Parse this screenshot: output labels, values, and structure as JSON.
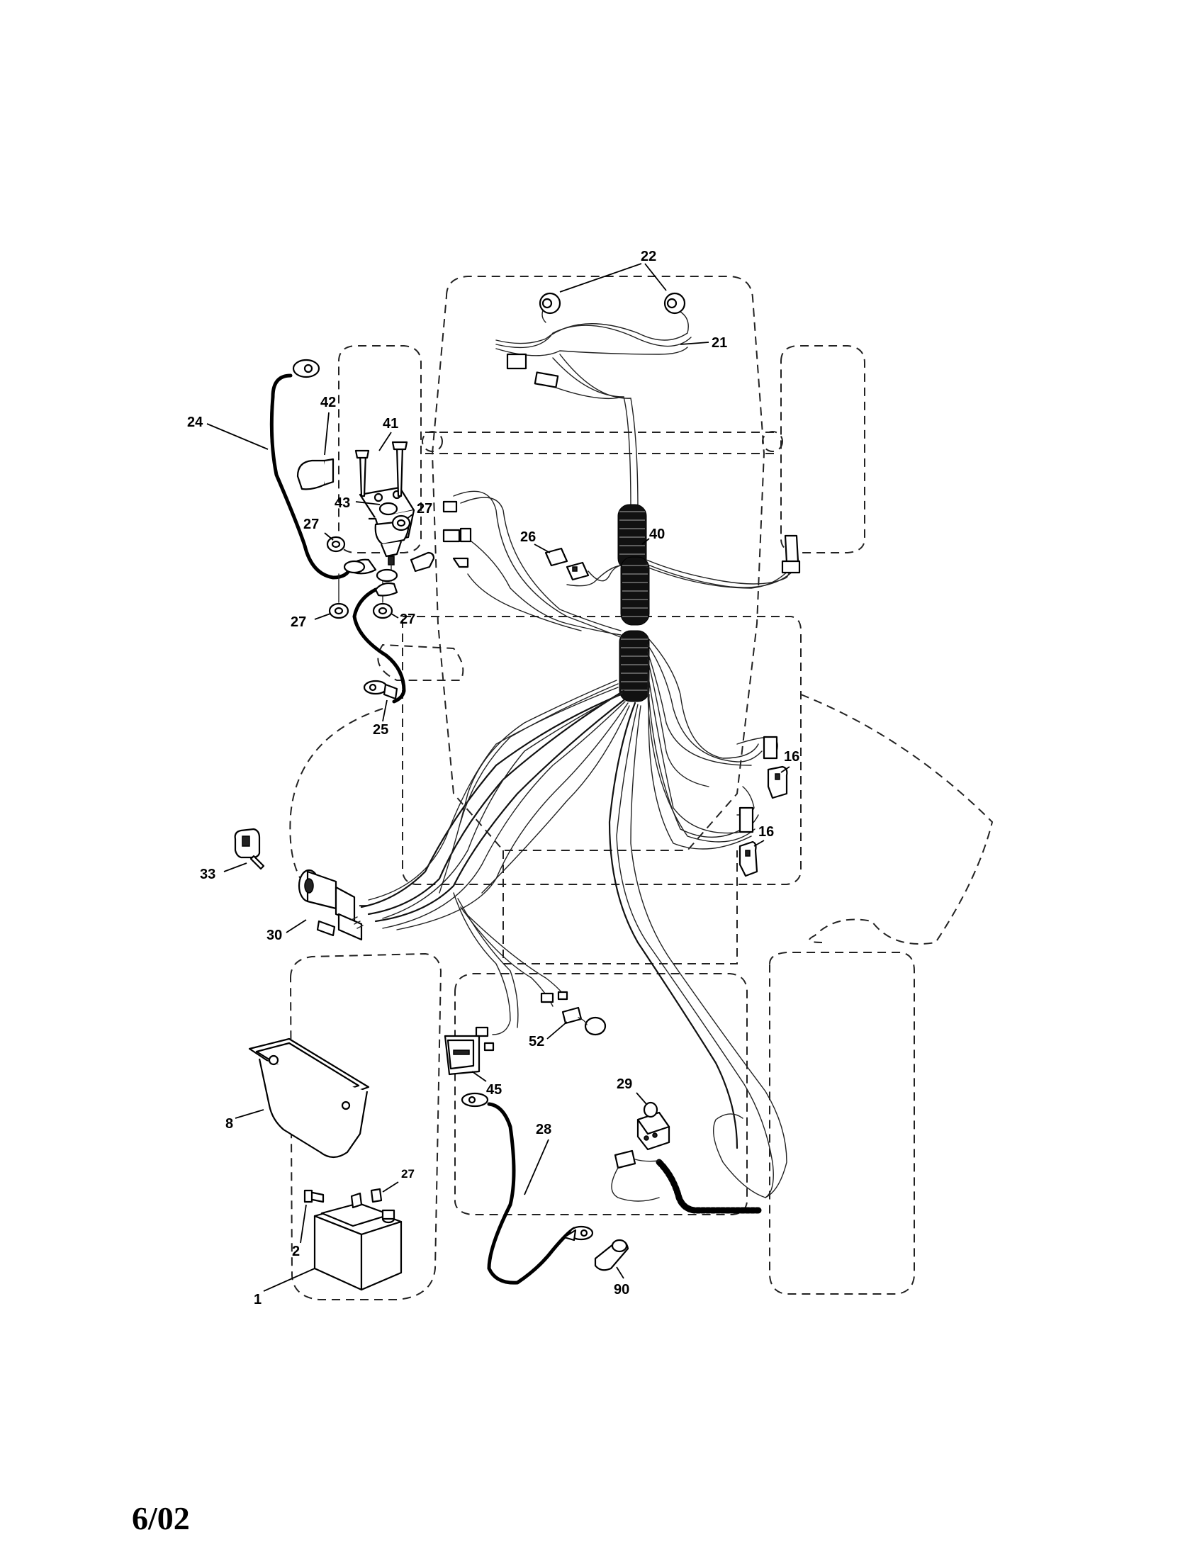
{
  "footer": {
    "date_code": "6/02"
  },
  "callouts": {
    "c22": "22",
    "c21": "21",
    "c24": "24",
    "c42": "42",
    "c41": "41",
    "c43": "43",
    "c27a": "27",
    "c27b": "27",
    "c26": "26",
    "c40": "40",
    "c27c": "27",
    "c27d": "27",
    "c25": "25",
    "c16a": "16",
    "c16b": "16",
    "c33": "33",
    "c30": "30",
    "c52": "52",
    "c45": "45",
    "c8": "8",
    "c29": "29",
    "c28": "28",
    "c27e": "27",
    "c2": "2",
    "c90": "90",
    "c1": "1"
  }
}
